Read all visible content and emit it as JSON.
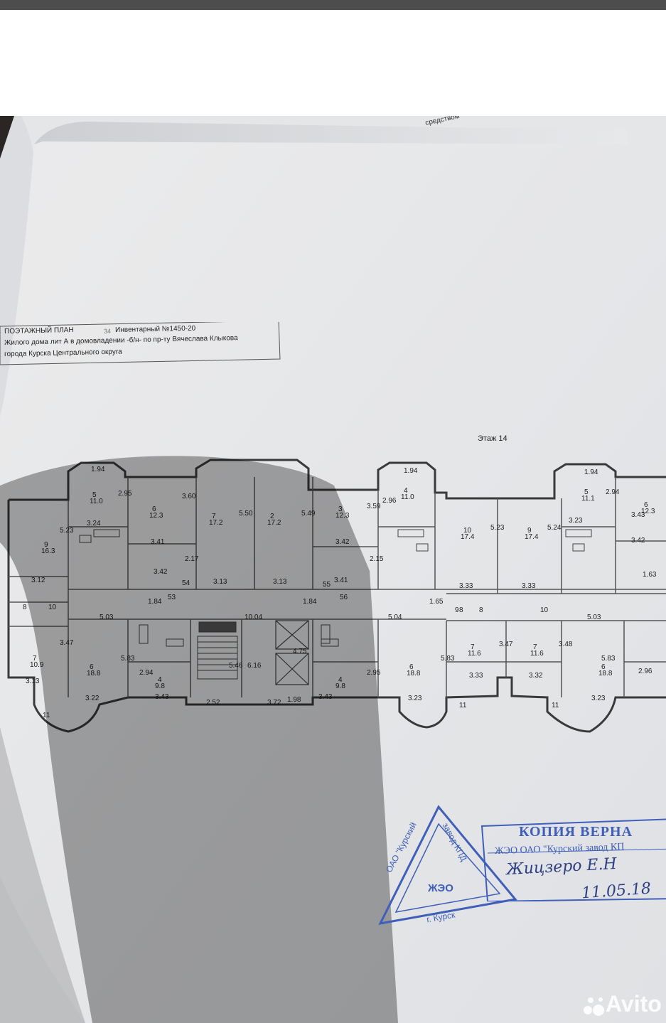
{
  "document": {
    "title_line1": "ПОЭТАЖНЫЙ ПЛАН",
    "inventory": "Инвентарный №1450-20",
    "title_line2": "Жилого дома лит А в домовладении -б/н- по пр-ту Вячеслава Клыкова",
    "title_line3": "города Курска Центрального округа",
    "floor_label": "Этаж 14",
    "page_number": "34",
    "corner_text": "средством"
  },
  "plan": {
    "rooms": [
      {
        "no": "9",
        "area": "16.3"
      },
      {
        "no": "5",
        "area": "11.0"
      },
      {
        "no": "6",
        "area": "12.3"
      },
      {
        "no": "7",
        "area": "17.2"
      },
      {
        "no": "2",
        "area": "17.2"
      },
      {
        "no": "3",
        "area": "12.3"
      },
      {
        "no": "4",
        "area": "11.0"
      },
      {
        "no": "10",
        "area": "17.4"
      },
      {
        "no": "9",
        "area": "17.4"
      },
      {
        "no": "5",
        "area": "11.1"
      },
      {
        "no": "6",
        "area": "12.3"
      },
      {
        "no": "7",
        "area": "10.9"
      },
      {
        "no": "6",
        "area": "18.8"
      },
      {
        "no": "4",
        "area": "9.8"
      },
      {
        "no": "4",
        "area": "9.8"
      },
      {
        "no": "6",
        "area": "18.8"
      },
      {
        "no": "7",
        "area": "11.6"
      },
      {
        "no": "7",
        "area": "11.6"
      },
      {
        "no": "6",
        "area": "18.8"
      }
    ],
    "dimensions": [
      "1.94",
      "2.95",
      "3.24",
      "3.60",
      "3.41",
      "3.42",
      "2.17",
      "3.13",
      "5.50",
      "5.49",
      "3.13",
      "3.59",
      "2.96",
      "3.42",
      "2.15",
      "3.41",
      "1.94",
      "5.23",
      "5.24",
      "3.33",
      "3.33",
      "1.94",
      "2.94",
      "3.23",
      "3.43",
      "3.42",
      "1.63",
      "5.23",
      "3.12",
      "1.84",
      "5.03",
      "10.04",
      "1.84",
      "5.04",
      "1.65",
      "5.03",
      "3.47",
      "3.13",
      "5.83",
      "2.94",
      "3.43",
      "4.75",
      "5.46",
      "6.16",
      "1.98",
      "2.95",
      "3.43",
      "5.83",
      "3.47",
      "3.33",
      "3.48",
      "3.32",
      "5.83",
      "2.96",
      "3.22",
      "2.52",
      "3.72",
      "3.23",
      "3.23",
      "54",
      "53",
      "55",
      "56"
    ],
    "unit_numbers": [
      "11",
      "11",
      "11",
      "8",
      "10",
      "8",
      "10",
      "9",
      "8"
    ]
  },
  "stamp_triangle": {
    "center": "ЖЭО",
    "left": "ОАО \"Курский",
    "right": "завод КПД",
    "bottom": "г. Курск"
  },
  "stamp_box": {
    "heading": "КОПИЯ ВЕРНА",
    "org": "ЖЭО ОАО \"Курский завод КП",
    "signature_name": "Жицзеро Е.Н",
    "signature_date": "11.05.18"
  },
  "watermark": "Avito",
  "colors": {
    "paper": "#ececec",
    "ink": "#333333",
    "stamp": "#3f5fb8",
    "backdrop": "#2b2623"
  }
}
